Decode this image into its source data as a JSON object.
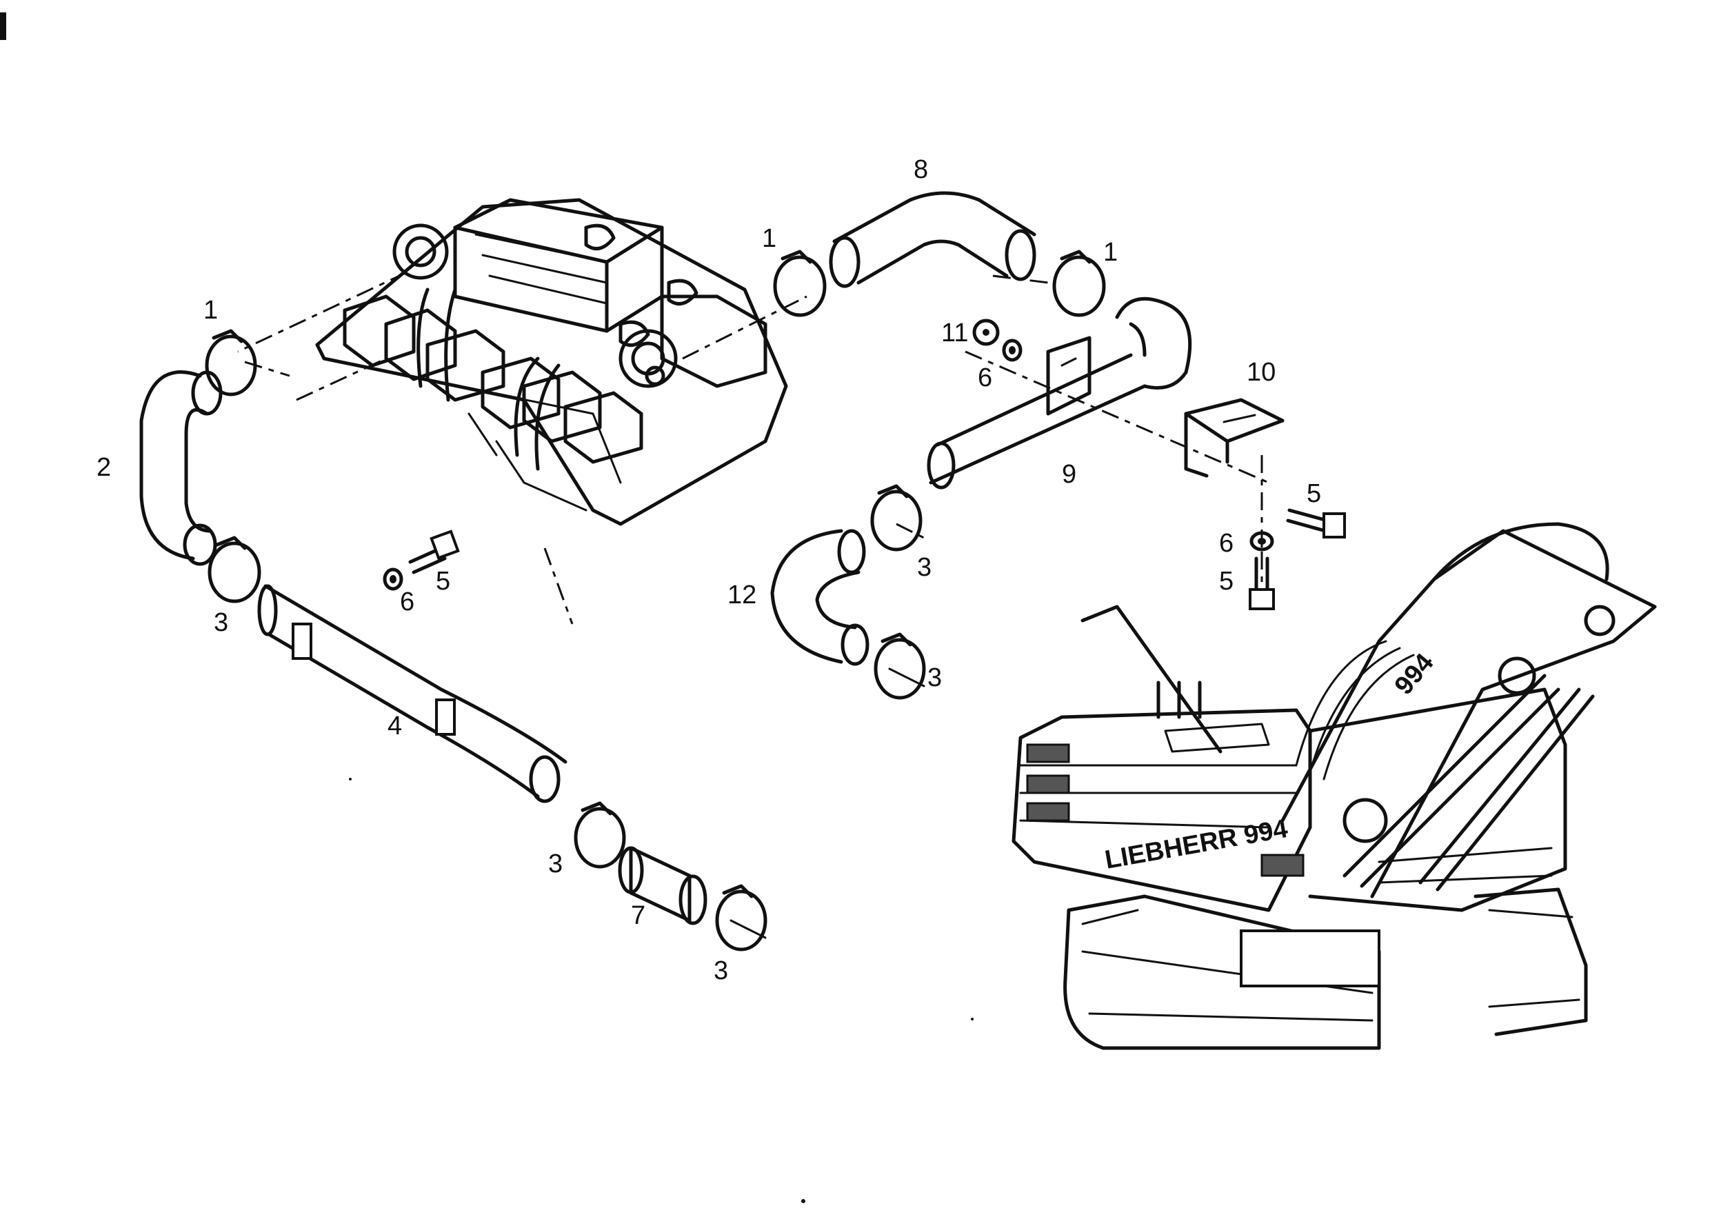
{
  "diagram": {
    "part_labels": [
      {
        "id": "clamp-1-left",
        "text": "1"
      },
      {
        "id": "hose-2",
        "text": "2"
      },
      {
        "id": "clamp-3-left-upper",
        "text": "3"
      },
      {
        "id": "pipe-4",
        "text": "4"
      },
      {
        "id": "bolt-5-left",
        "text": "5"
      },
      {
        "id": "washer-6-left",
        "text": "6"
      },
      {
        "id": "clamp-3-left-lower",
        "text": "3"
      },
      {
        "id": "sleeve-7",
        "text": "7"
      },
      {
        "id": "clamp-3-left-bottom",
        "text": "3"
      },
      {
        "id": "clamp-1-top-left",
        "text": "1"
      },
      {
        "id": "hose-8",
        "text": "8"
      },
      {
        "id": "clamp-1-top-right",
        "text": "1"
      },
      {
        "id": "nut-11",
        "text": "11"
      },
      {
        "id": "washer-6-upper",
        "text": "6"
      },
      {
        "id": "bracket-10",
        "text": "10"
      },
      {
        "id": "pipe-9",
        "text": "9"
      },
      {
        "id": "bolt-5-right-upper",
        "text": "5"
      },
      {
        "id": "washer-6-right",
        "text": "6"
      },
      {
        "id": "bolt-5-right-lower",
        "text": "5"
      },
      {
        "id": "hose-12",
        "text": "12"
      },
      {
        "id": "clamp-3-right-upper",
        "text": "3"
      },
      {
        "id": "clamp-3-right-lower",
        "text": "3"
      }
    ],
    "excavator_model_text": "994",
    "excavator_brand_text": "LIEBHERR 994"
  }
}
